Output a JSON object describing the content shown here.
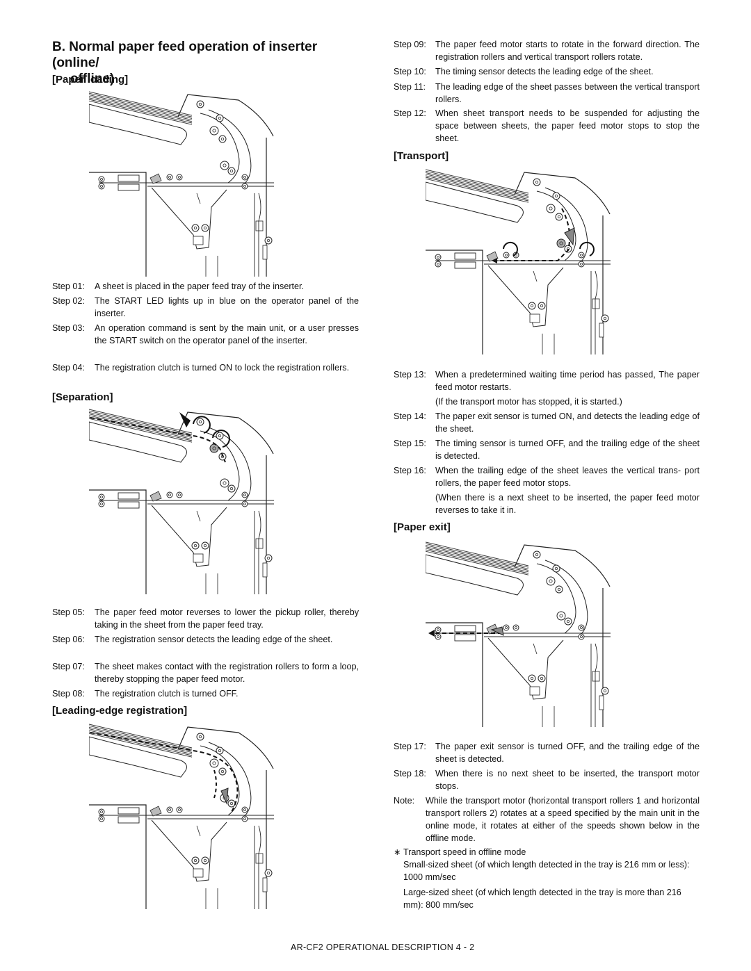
{
  "section": {
    "heading_line1": "B.  Normal paper feed operation of inserter (online/",
    "heading_line2": "offline)"
  },
  "subsections": {
    "paper_loading": "[Paper loading]",
    "separation": "[Separation]",
    "leading_edge": "[Leading-edge registration]",
    "transport": "[Transport]",
    "paper_exit": "[Paper exit]"
  },
  "steps": {
    "s01": {
      "label": "Step 01:",
      "text": "A sheet is placed in the paper feed tray of the inserter."
    },
    "s02": {
      "label": "Step 02:",
      "text": "The START LED lights up in blue on the operator panel of the inserter."
    },
    "s03": {
      "label": "Step 03:",
      "text": "An operation command is sent by the main unit, or a user presses the START switch on the operator panel of the inserter."
    },
    "s04": {
      "label": "Step 04:",
      "text": "The registration clutch is turned ON to lock the registration rollers."
    },
    "s05": {
      "label": "Step 05:",
      "text": "The paper feed motor reverses to lower the pickup roller, thereby taking in the sheet from the paper feed tray."
    },
    "s06": {
      "label": "Step 06:",
      "text": "The registration sensor detects the leading edge of the sheet."
    },
    "s07": {
      "label": "Step 07:",
      "text": "The sheet makes contact with the registration rollers to form a loop, thereby stopping the paper feed motor."
    },
    "s08": {
      "label": "Step 08:",
      "text": "The registration clutch is turned OFF."
    },
    "s09": {
      "label": "Step 09:",
      "text": "The paper feed motor starts to rotate in the forward direction. The registration rollers and vertical transport rollers rotate."
    },
    "s10": {
      "label": "Step 10:",
      "text": "The timing sensor detects the leading edge of the sheet."
    },
    "s11": {
      "label": "Step 11:",
      "text": "The leading edge of the sheet passes between the vertical transport rollers."
    },
    "s12": {
      "label": "Step 12:",
      "text": "When sheet transport needs to be suspended for adjusting the space between sheets, the paper feed motor stops to stop the sheet."
    },
    "s13": {
      "label": "Step 13:",
      "text": "When a predetermined waiting time period has passed, The paper feed motor restarts."
    },
    "s13n": {
      "text": "(If the transport motor has stopped, it is started.)"
    },
    "s14": {
      "label": "Step 14:",
      "text": "The paper exit sensor is turned ON, and detects the leading edge of the sheet."
    },
    "s15": {
      "label": "Step 15:",
      "text": "The timing sensor is turned OFF, and the trailing edge of the sheet is detected."
    },
    "s16": {
      "label": "Step 16:",
      "text": "When the trailing edge of the sheet leaves the vertical trans- port rollers, the paper feed motor stops."
    },
    "s16n": {
      "text": "(When there is a next sheet to be inserted, the paper feed motor reverses to take it in."
    },
    "s17": {
      "label": "Step 17:",
      "text": "The paper exit sensor is turned OFF, and the trailing edge of the sheet is detected."
    },
    "s18": {
      "label": "Step 18:",
      "text": "When there is no next sheet to be inserted, the transport motor stops."
    },
    "note": {
      "label": "Note:",
      "text": "While the transport motor (horizontal transport rollers 1 and horizontal transport rollers 2) rotates at a speed specified by the main unit in the online mode, it rotates at either of the speeds shown below in the offline mode."
    }
  },
  "speed_note": {
    "bullet": "∗",
    "title": "Transport speed in offline mode",
    "small": "Small-sized sheet (of which length detected in the tray is 216 mm or less): 1000 mm/sec",
    "large": "Large-sized sheet (of which length detected in the tray is more than 216 mm): 800 mm/sec"
  },
  "footer": "AR-CF2  OPERATIONAL DESCRIPTION  4 - 2"
}
